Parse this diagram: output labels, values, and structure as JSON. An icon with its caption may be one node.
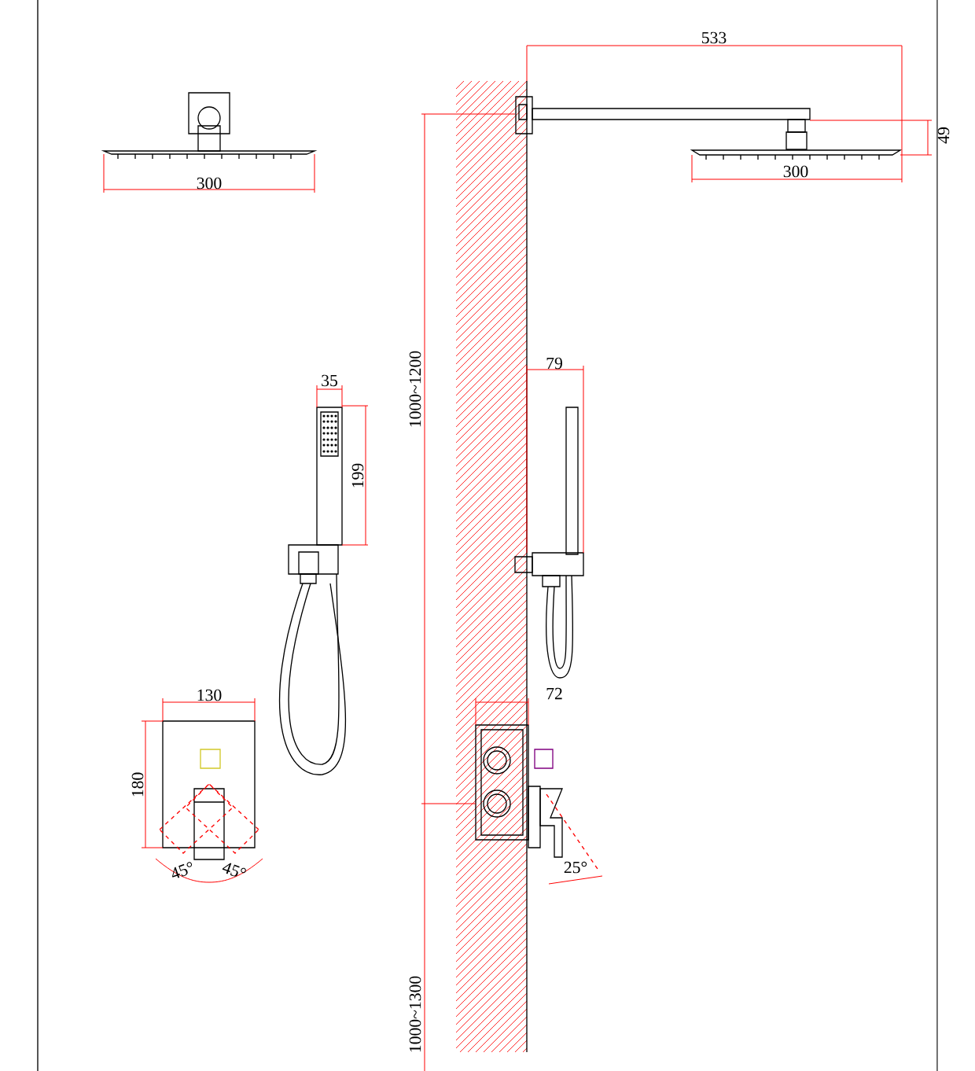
{
  "diagram": {
    "labels": [
      "533",
      "49",
      "300",
      "300",
      "1000~1200",
      "35",
      "79",
      "199",
      "130",
      "72",
      "180",
      "45°",
      "45°",
      "25°",
      "1000~1300"
    ]
  }
}
